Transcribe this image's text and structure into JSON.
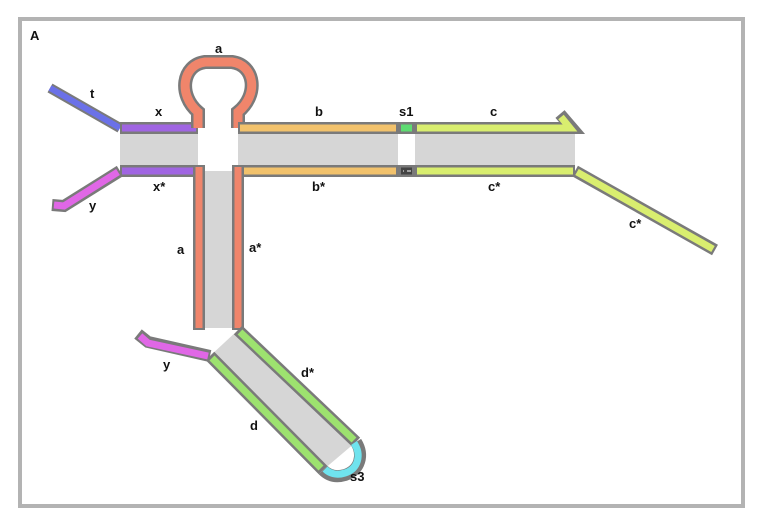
{
  "panel_letter": "A",
  "labels": {
    "t": "t",
    "x": "x",
    "a_loop": "a",
    "b": "b",
    "s1": "s1",
    "c": "c",
    "x_star": "x*",
    "y_top": "y",
    "b_star": "b*",
    "c_star": "c*",
    "c_star_arm": "c*",
    "a_left": "a",
    "a_star": "a*",
    "d_star": "d*",
    "y_bottom": "y",
    "d": "d",
    "s3": "s3"
  },
  "colors": {
    "outline": "#7a7a7a",
    "frame": "#b3b3b3",
    "duplex": "#d6d6d6",
    "t": "#6b71e8",
    "x": "#a065e2",
    "a": "#f0856b",
    "b": "#f2c26c",
    "s1_top": "#5edc72",
    "s1_bottom": "#444444",
    "c": "#d9ee6f",
    "y": "#e067e6",
    "d": "#9de26f",
    "s3": "#6fe3ee"
  }
}
